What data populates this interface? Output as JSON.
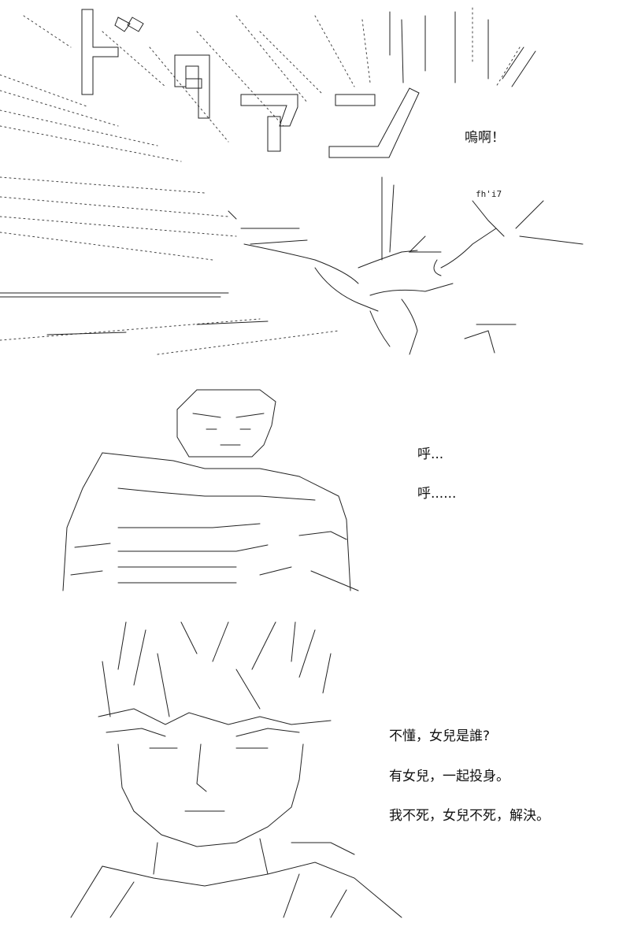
{
  "panel1": {
    "sfx_text": "ドタアン",
    "small_label": "fh'i7",
    "dialogue": "嗚啊！"
  },
  "panel2": {
    "dialogue_1": "呼...",
    "dialogue_2": "呼......"
  },
  "panel3": {
    "dialogue_1": "不懂，女兒是誰?",
    "dialogue_2": "有女兒，一起投身。",
    "dialogue_3": "我不死，女兒不死，解決。"
  }
}
